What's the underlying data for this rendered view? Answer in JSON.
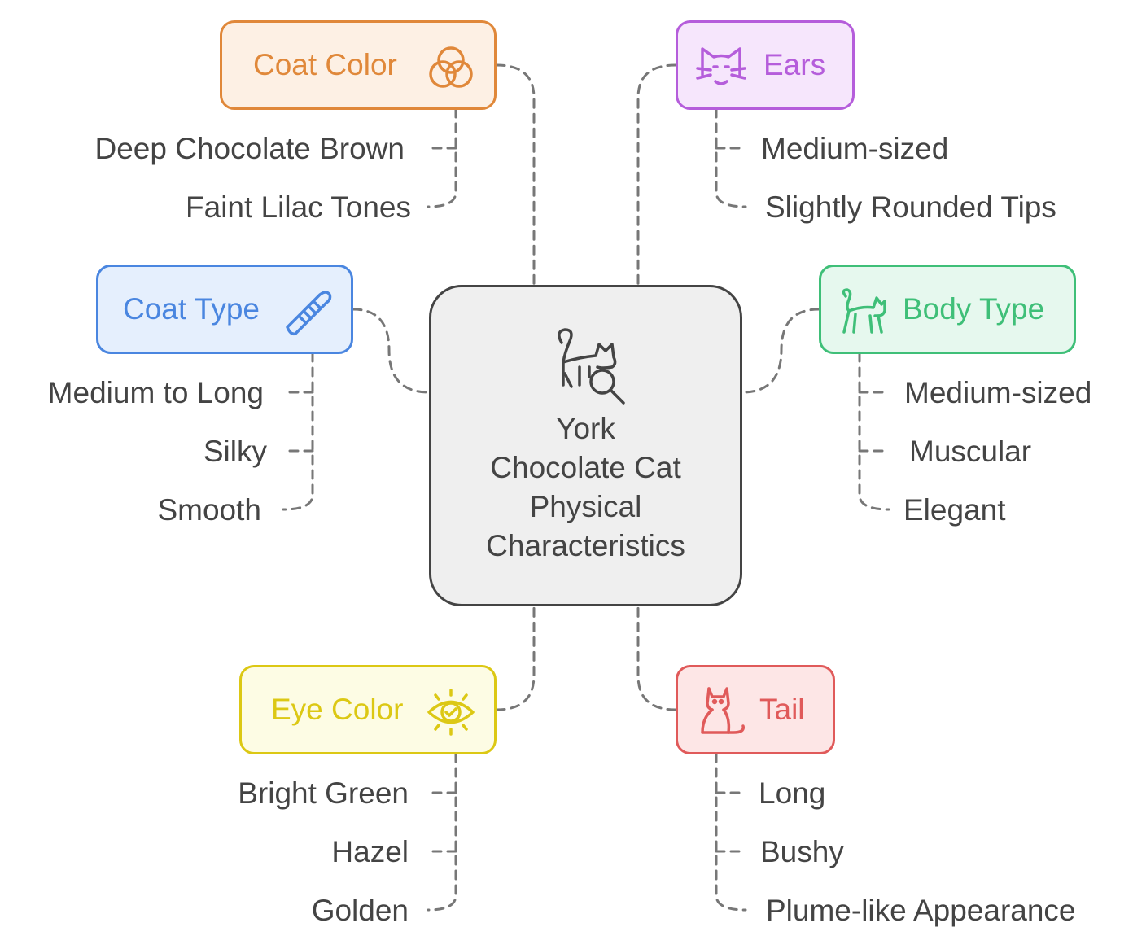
{
  "center": {
    "title": "York\nChocolate Cat\nPhysical\nCharacteristics",
    "icon": "cat-search-icon"
  },
  "categories": {
    "coat_color": {
      "label": "Coat Color",
      "icon": "overlapping-circles-icon",
      "color": "#e0883a",
      "fill": "#fdf0e4",
      "items": [
        "Deep Chocolate Brown",
        "Faint Lilac Tones"
      ]
    },
    "ears": {
      "label": "Ears",
      "icon": "cat-face-icon",
      "color": "#b55ddb",
      "fill": "#f6e6fc",
      "items": [
        "Medium-sized",
        "Slightly Rounded Tips"
      ]
    },
    "coat_type": {
      "label": "Coat Type",
      "icon": "comb-icon",
      "color": "#4a86e0",
      "fill": "#e5effd",
      "items": [
        "Medium to Long",
        "Silky",
        "Smooth"
      ]
    },
    "body_type": {
      "label": "Body Type",
      "icon": "cat-walking-icon",
      "color": "#3fbf78",
      "fill": "#e6f8ee",
      "items": [
        "Medium-sized",
        "Muscular",
        "Elegant"
      ]
    },
    "eye_color": {
      "label": "Eye Color",
      "icon": "eye-check-icon",
      "color": "#dcc814",
      "fill": "#fdfce4",
      "items": [
        "Bright Green",
        "Hazel",
        "Golden"
      ]
    },
    "tail": {
      "label": "Tail",
      "icon": "cat-sitting-icon",
      "color": "#e05a5a",
      "fill": "#fde6e6",
      "items": [
        "Long",
        "Bushy",
        "Plume-like Appearance"
      ]
    }
  },
  "connector_color": "#777777",
  "text_color": "#444444"
}
